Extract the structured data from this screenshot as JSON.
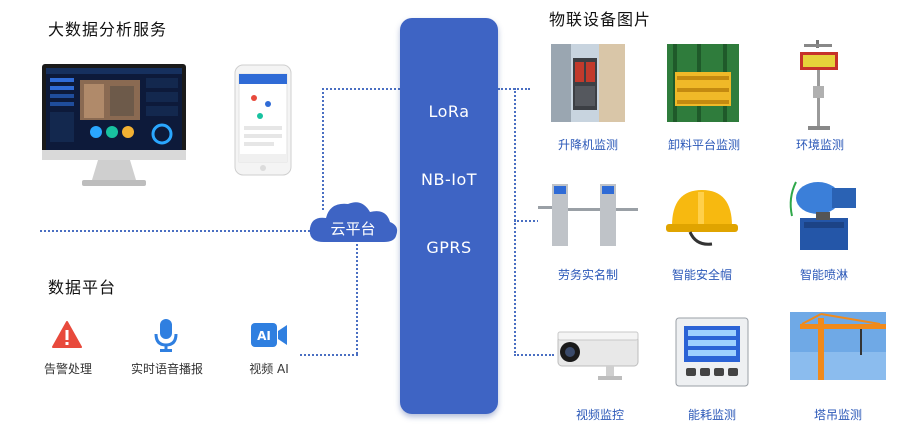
{
  "sections": {
    "big_data_title": "大数据分析服务",
    "platform_title": "数据平台",
    "iot_title": "物联设备图片"
  },
  "hub": {
    "protocols": [
      "LoRa",
      "NB-IoT",
      "GPRS"
    ]
  },
  "cloud": {
    "label": "云平台"
  },
  "platform_items": [
    {
      "label": "告警处理",
      "icon": "warning-icon"
    },
    {
      "label": "实时语音播报",
      "icon": "microphone-icon"
    },
    {
      "label": "视频 AI",
      "icon": "ai-video-icon"
    }
  ],
  "iot_devices": [
    {
      "label": "升降机监测"
    },
    {
      "label": "卸料平台监测"
    },
    {
      "label": "环境监测"
    },
    {
      "label": "劳务实名制"
    },
    {
      "label": "智能安全帽"
    },
    {
      "label": "智能喷淋"
    },
    {
      "label": "视频监控"
    },
    {
      "label": "能耗监测"
    },
    {
      "label": "塔吊监测"
    }
  ],
  "colors": {
    "hub": "#3e64c4",
    "accent_text": "#2b58b8",
    "alert_red": "#e84a3c",
    "icon_blue": "#2f7fe0"
  }
}
